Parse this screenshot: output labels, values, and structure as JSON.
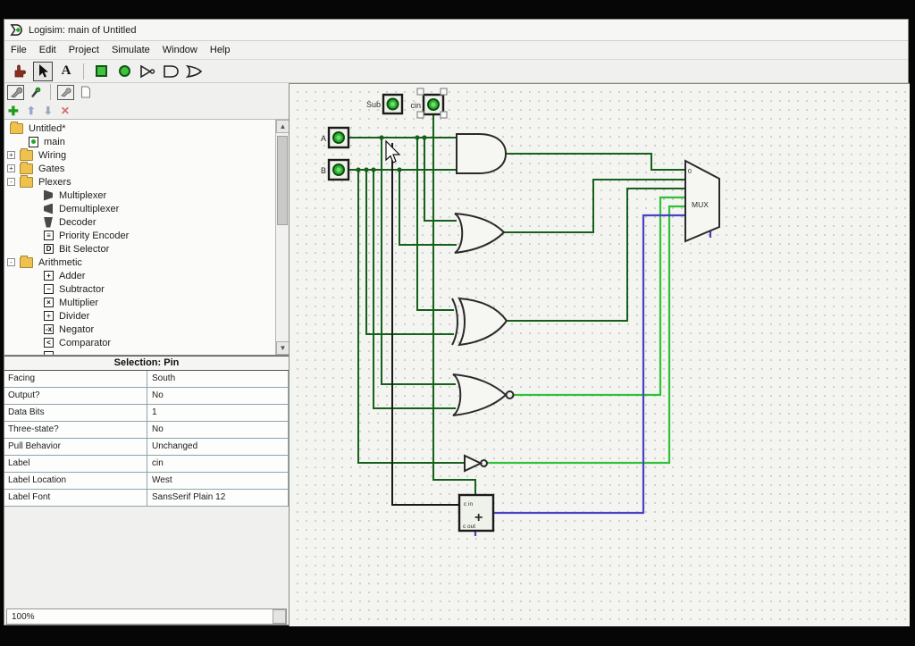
{
  "window": {
    "title": "Logisim: main of Untitled"
  },
  "menu_bar": {
    "items": [
      "File",
      "Edit",
      "Project",
      "Simulate",
      "Window",
      "Help"
    ]
  },
  "toolbar": {
    "text_tool_label": "A"
  },
  "explorer": {
    "items": [
      {
        "label": "Untitled*",
        "icon": "folder-icon",
        "kind": "root"
      },
      {
        "label": "main",
        "icon": "circuit-icon",
        "kind": "main"
      },
      {
        "label": "Wiring",
        "icon": "folder-icon",
        "kind": "category",
        "expander": "+"
      },
      {
        "label": "Gates",
        "icon": "folder-icon",
        "kind": "category",
        "expander": "+"
      },
      {
        "label": "Plexers",
        "icon": "folder-icon",
        "kind": "category",
        "expander": "-"
      },
      {
        "label": "Multiplexer",
        "icon": "multiplexer-icon",
        "kind": "leaf",
        "shape": "trap-r"
      },
      {
        "label": "Demultiplexer",
        "icon": "demultiplexer-icon",
        "kind": "leaf",
        "shape": "trap-l"
      },
      {
        "label": "Decoder",
        "icon": "decoder-icon",
        "kind": "leaf",
        "shape": "trap-d"
      },
      {
        "label": "Priority Encoder",
        "icon": "priority-encoder-icon",
        "kind": "leaf",
        "glyph": "≡"
      },
      {
        "label": "Bit Selector",
        "icon": "bit-selector-icon",
        "kind": "leaf",
        "glyph": "D"
      },
      {
        "label": "Arithmetic",
        "icon": "folder-icon",
        "kind": "category",
        "expander": "-"
      },
      {
        "label": "Adder",
        "icon": "adder-icon",
        "kind": "leaf",
        "glyph": "+"
      },
      {
        "label": "Subtractor",
        "icon": "subtractor-icon",
        "kind": "leaf",
        "glyph": "−"
      },
      {
        "label": "Multiplier",
        "icon": "multiplier-icon",
        "kind": "leaf",
        "glyph": "×"
      },
      {
        "label": "Divider",
        "icon": "divider-icon",
        "kind": "leaf",
        "glyph": "÷"
      },
      {
        "label": "Negator",
        "icon": "negator-icon",
        "kind": "leaf",
        "glyph": "-x"
      },
      {
        "label": "Comparator",
        "icon": "comparator-icon",
        "kind": "leaf",
        "glyph": "<"
      },
      {
        "label": "",
        "icon": "shifter-icon",
        "kind": "leaf",
        "glyph": ""
      }
    ]
  },
  "attributes": {
    "title": "Selection: Pin",
    "rows": [
      {
        "name": "Facing",
        "value": "South"
      },
      {
        "name": "Output?",
        "value": "No"
      },
      {
        "name": "Data Bits",
        "value": "1"
      },
      {
        "name": "Three-state?",
        "value": "No"
      },
      {
        "name": "Pull Behavior",
        "value": "Unchanged"
      },
      {
        "name": "Label",
        "value": "cin"
      },
      {
        "name": "Label Location",
        "value": "West"
      },
      {
        "name": "Label Font",
        "value": "SansSerif Plain 12"
      }
    ]
  },
  "status": {
    "zoom": "100%"
  },
  "canvas": {
    "pins": {
      "sub": "Sub",
      "cin": "cin",
      "a": "A",
      "b": "B"
    },
    "mux_label": "MUX",
    "mux_zero": "0",
    "adder": {
      "plus": "+",
      "cin": "c in",
      "cout": "c out"
    }
  },
  "colors": {
    "wire_low": "#15601b",
    "wire_high": "#2fc13a",
    "wire_float": "#4a41c4",
    "wire_bus": "#191919",
    "pin_fill": "#2fb32f",
    "pin_ring": "#0d4f12",
    "selection_handle": "#8a8a8a"
  }
}
